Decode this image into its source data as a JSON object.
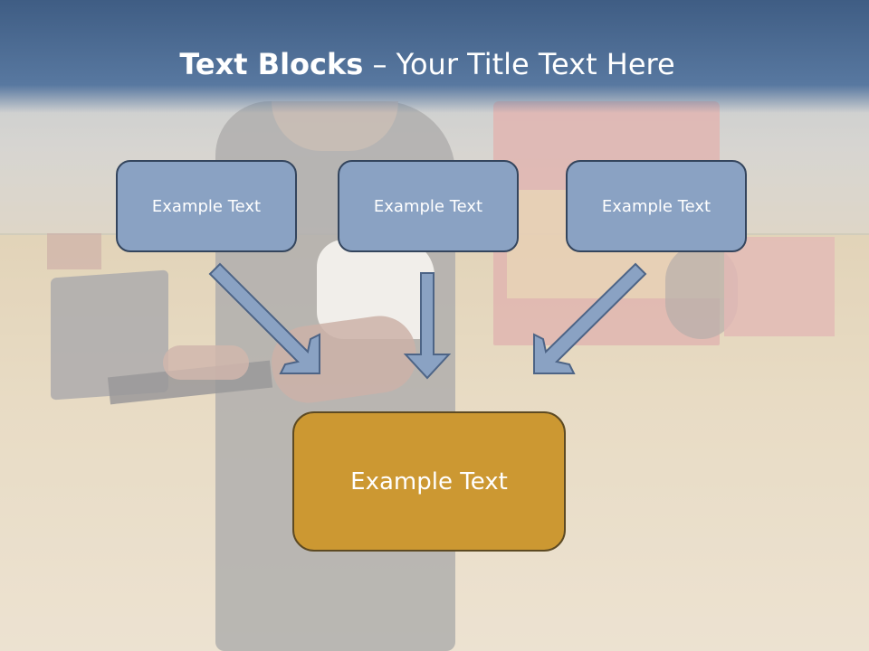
{
  "slide": {
    "title_bold": "Text Blocks",
    "title_dash": " – ",
    "title_rest": "Your Title Text Here"
  },
  "blocks": [
    {
      "label": "Example Text"
    },
    {
      "label": "Example Text"
    },
    {
      "label": "Example Text"
    }
  ],
  "target": {
    "label": "Example Text"
  },
  "colors": {
    "title_band": "#4a6890",
    "box_fill": "#8aa2c3",
    "box_border": "#34455d",
    "target_fill": "#cc9832",
    "arrow_fill": "#8aa2c3"
  }
}
